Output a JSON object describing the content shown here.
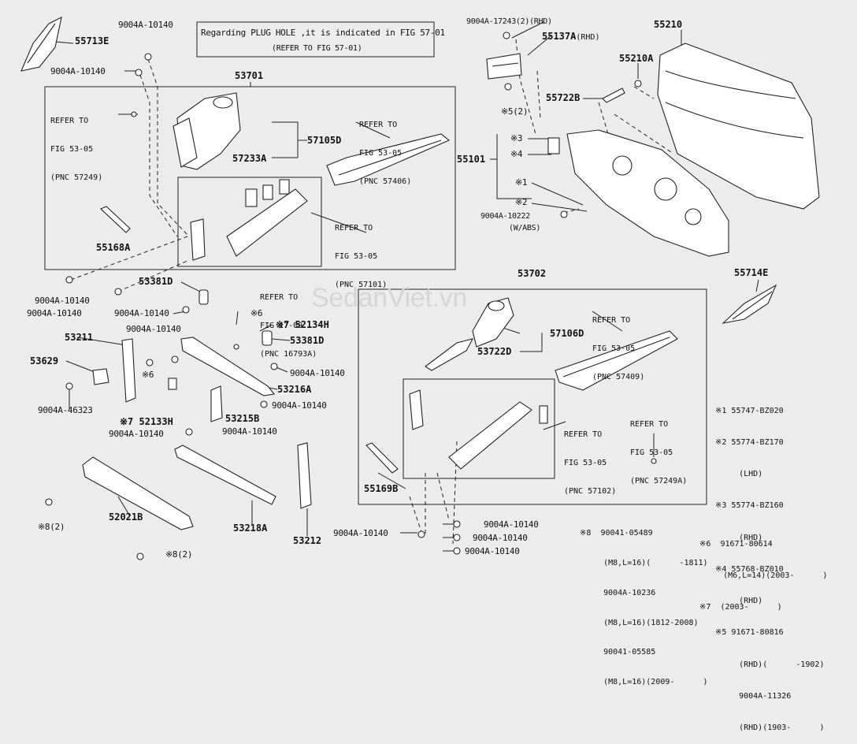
{
  "note": {
    "line1": "Regarding PLUG HOLE ,it is indicated in FIG 57-01",
    "line2": "(REFER TO FIG 57-01)"
  },
  "watermark": "SedanViet.vn",
  "parts": {
    "p55713E": "55713E",
    "p9004A_10140_a": "9004A-10140",
    "p9004A_10140_b": "9004A-10140",
    "p53701": "53701",
    "ref_57249": [
      "REFER TO",
      "FIG 53-05",
      "(PNC 57249)"
    ],
    "ref_57406": [
      "REFER TO",
      "FIG 53-05",
      "(PNC 57406)"
    ],
    "p57105D": "57105D",
    "p57233A": "57233A",
    "ref_57101": [
      "REFER TO",
      "FIG 53-05",
      "(PNC 57101)"
    ],
    "p55168A": "55168A",
    "p9004A_17243": "9004A-17243(2)(RHD)",
    "p55137A": "55137A",
    "p55137A_sfx": "(RHD)",
    "p55210": "55210",
    "p55210A": "55210A",
    "k5_2": "※5(2)",
    "p55722B": "55722B",
    "p55101": "55101",
    "k3": "※3",
    "k4": "※4",
    "k1": "※1",
    "k2": "※2",
    "p9004A_10222": "9004A-10222",
    "p9004A_10222_sfx": "(W/ABS)",
    "p55714E": "55714E",
    "p9004A_10140_c": "9004A-10140",
    "p9004A_10140_d": "9004A-10140",
    "p53381D_a": "53381D",
    "p9004A_10140_e": "9004A-10140",
    "ref_16793A": [
      "REFER TO",
      "FIG 17-09",
      "(PNC 16793A)"
    ],
    "k6_a": "※6",
    "k7_52134H": "※7 52134H",
    "p53381D_b": "53381D",
    "p9004A_10140_f": "9004A-10140",
    "p53211": "53211",
    "p53629": "53629",
    "k6_b": "※6",
    "p9004A_10140_g": "9004A-10140",
    "p53216A": "53216A",
    "p9004A_46323": "9004A-46323",
    "k7_52133H": "※7 52133H",
    "p9004A_10140_h": "9004A-10140",
    "p53215B": "53215B",
    "p9004A_10140_i": "9004A-10140",
    "p9004A_10140_j": "9004A-10140",
    "p53702": "53702",
    "ref_57409": [
      "REFER TO",
      "FIG 53-05",
      "(PNC 57409)"
    ],
    "p57106D": "57106D",
    "p53722D": "53722D",
    "ref_57102": [
      "REFER TO",
      "FIG 53-05",
      "(PNC 57102)"
    ],
    "ref_57249A": [
      "REFER TO",
      "FIG 53-05",
      "(PNC 57249A)"
    ],
    "p55169B": "55169B",
    "k8_a": "※8(2)",
    "p52021B": "52021B",
    "k8_b": "※8(2)",
    "p53218A": "53218A",
    "p53212": "53212",
    "p9004A_10140_k": "9004A-10140",
    "p9004A_10140_l": "9004A-10140",
    "p9004A_10140_m": "9004A-10140",
    "p9004A_10140_n": "9004A-10140"
  },
  "legend": {
    "right": [
      "※1 55747-BZ020",
      "※2 55774-BZ170",
      "     (LHD)",
      "※3 55774-BZ160",
      "     (RHD)",
      "※4 55768-BZ010",
      "     (RHD)",
      "※5 91671-80816",
      "     (RHD)(      -1902)",
      "     9004A-11326",
      "     (RHD)(1903-      )"
    ],
    "bottom_left": [
      "※8  90041-05489",
      "     (M8,L=16)(      -1811)",
      "     9004A-10236",
      "     (M8,L=16)(1812-2008)",
      "     90041-05585",
      "     (M8,L=16)(2009-      )"
    ],
    "bottom_right": [
      "※6  91671-80614",
      "     (M6,L=14)(2003-      )",
      "※7  (2003-      )"
    ]
  }
}
